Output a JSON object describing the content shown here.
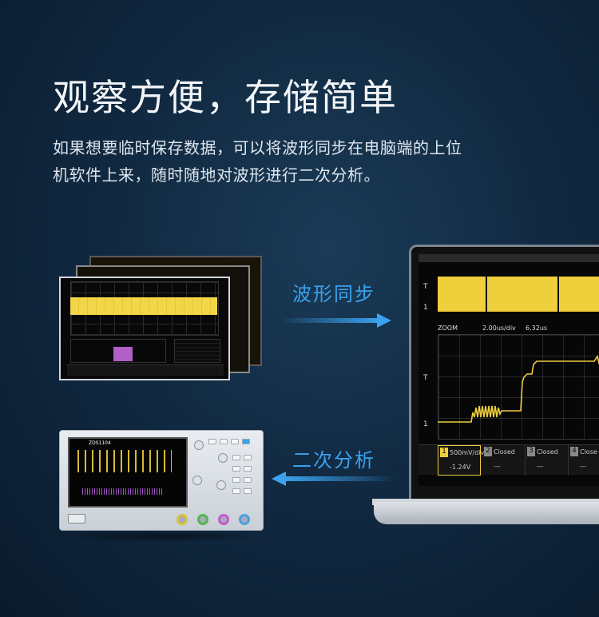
{
  "headline": "观察方便，存储简单",
  "description_line1": "如果想要临时保存数据，可以将波形同步在电脑端的上位",
  "description_line2": "机软件上来，随时随地对波形进行二次分析。",
  "arrow_sync_label": "波形同步",
  "arrow_analysis_label": "二次分析",
  "instrument": {
    "model": "ZDS1104"
  },
  "laptop_screen": {
    "zoom_label": "ZOOM",
    "timebase": "2.00us/div",
    "offset": "6.32us",
    "trigger_marker": "T",
    "channel_marker": "1",
    "channels": [
      {
        "num": "1",
        "scale": "500mV/div",
        "offset": "-1.24V",
        "color": "#efcf3c"
      },
      {
        "num": "2",
        "scale": "Closed",
        "offset": "---",
        "color": "#8a8a8a"
      },
      {
        "num": "3",
        "scale": "Closed",
        "offset": "---",
        "color": "#8a8a8a"
      },
      {
        "num": "4",
        "scale": "Close",
        "offset": "---",
        "color": "#8a8a8a"
      }
    ]
  },
  "colors": {
    "accent": "#3aa2ee",
    "waveform": "#efcf3c",
    "fft": "#b15fc7"
  }
}
